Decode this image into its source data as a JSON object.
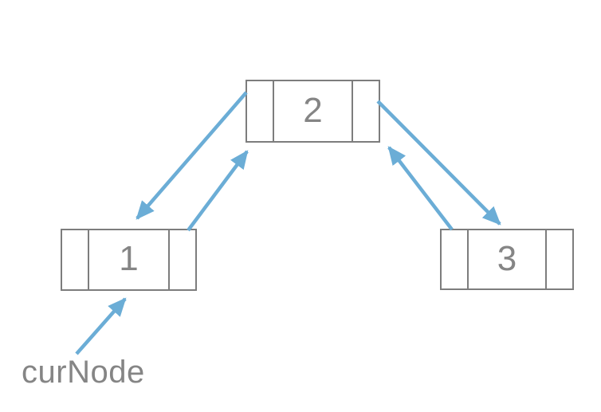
{
  "diagram": {
    "type": "doubly-linked-list",
    "nodes": [
      {
        "id": "node1",
        "value": "1"
      },
      {
        "id": "node2",
        "value": "2"
      },
      {
        "id": "node3",
        "value": "3"
      }
    ],
    "pointer_label": "curNode",
    "arrows": [
      {
        "name": "node2-prev-to-node1",
        "from": "node2.prev",
        "to": "node1",
        "direction": "down-left"
      },
      {
        "name": "node1-next-to-node2",
        "from": "node1.next",
        "to": "node2",
        "direction": "up-right"
      },
      {
        "name": "node2-next-to-node3",
        "from": "node2.next",
        "to": "node3",
        "direction": "down-right"
      },
      {
        "name": "node3-prev-to-node2",
        "from": "node3.prev",
        "to": "node2",
        "direction": "up-left"
      },
      {
        "name": "curnode-pointer",
        "from": "curNode-label",
        "to": "node1",
        "direction": "up-right"
      }
    ],
    "colors": {
      "arrow": "#6badd6",
      "border": "#7d7d7d",
      "text": "#858585"
    }
  }
}
